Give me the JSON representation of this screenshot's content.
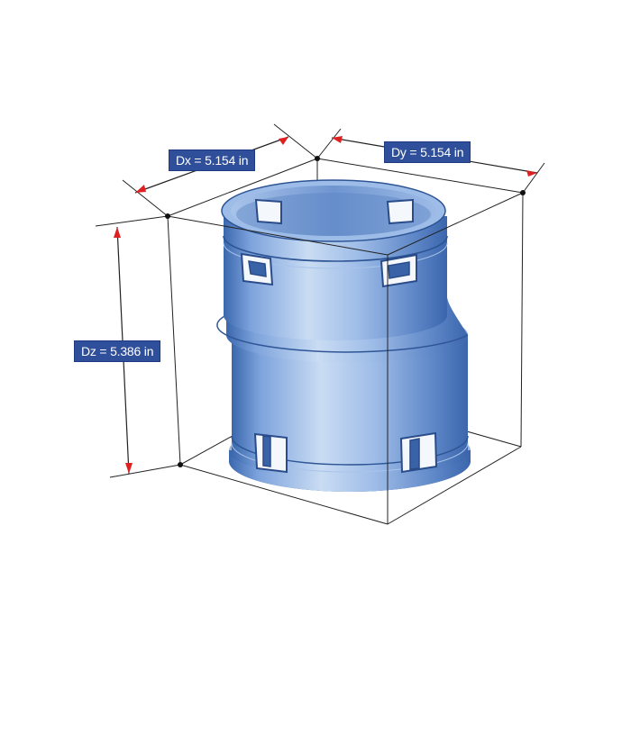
{
  "dimensions": {
    "dx": "Dx = 5.154 in",
    "dy": "Dy = 5.154 in",
    "dz": "Dz = 5.386 in"
  },
  "colors": {
    "part_light": "#c4d8f2",
    "part_mid": "#8fb1e4",
    "part_dark": "#2f5fa6",
    "label_bg": "#2f4f9a",
    "arrow": "#e02020",
    "box_line": "#222222"
  }
}
